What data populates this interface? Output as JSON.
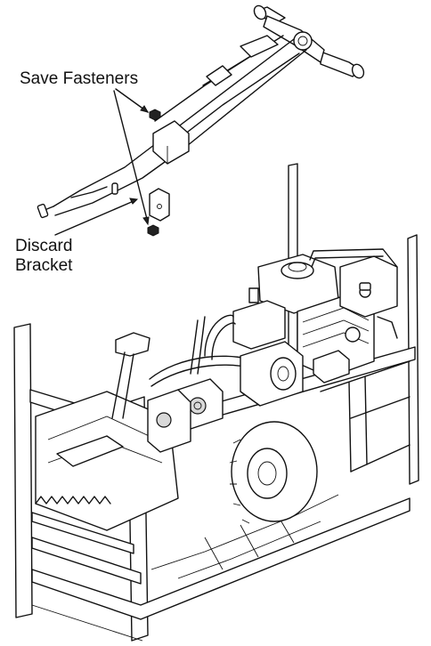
{
  "callouts": {
    "save_fasteners": "Save Fasteners",
    "discard_line1": "Discard",
    "discard_line2": "Bracket"
  },
  "colors": {
    "ink": "#111111",
    "background": "#ffffff"
  }
}
